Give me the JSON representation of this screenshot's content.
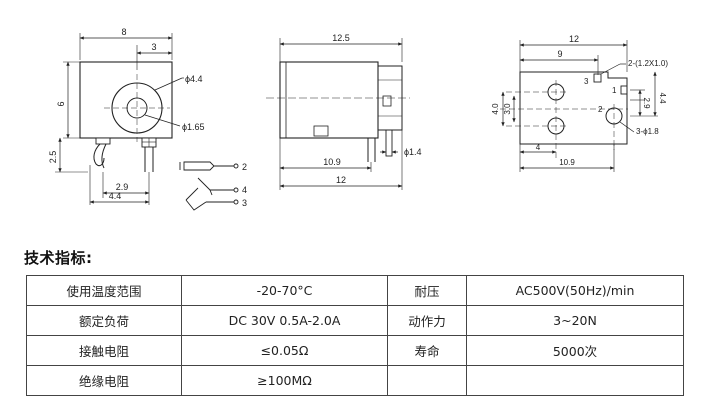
{
  "drawing_front": {
    "dim_width": "8",
    "dim_offset": "3",
    "dim_height": "6",
    "dim_pin_height": "2.5",
    "dim_hole_outer": "ϕ4.4",
    "dim_hole_inner": "ϕ1.65",
    "dim_pin_pitch": "2.9",
    "dim_pin_span": "4.4"
  },
  "schematic": {
    "pin2": "2",
    "pin4": "4",
    "pin3": "3"
  },
  "drawing_side": {
    "dim_length": "12.5",
    "dim_pin_pos": "10.9",
    "dim_pin_width": "ϕ1.4",
    "dim_body": "12"
  },
  "drawing_footprint": {
    "dim_total": "12",
    "dim_top": "9",
    "slot_label": "2-(1.2X1.0)",
    "hole_label": "3-ϕ1.8",
    "dim_row": "3.0",
    "dim_height": "4.0",
    "dim_right_small": "2.9",
    "dim_right_large": "4.4",
    "dim_bottom_small": "4",
    "dim_bottom": "10.9",
    "pin3": "3",
    "pin2": "2",
    "pin1": "1"
  },
  "specs": {
    "heading": "技术指标:",
    "rows": [
      {
        "label1": "使用温度范围",
        "value1": "-20-70°C",
        "label2": "耐压",
        "value2": "AC500V(50Hz)/min"
      },
      {
        "label1": "额定负荷",
        "value1": "DC 30V 0.5A-2.0A",
        "label2": "动作力",
        "value2": "3~20N"
      },
      {
        "label1": "接触电阻",
        "value1": "≤0.05Ω",
        "label2": "寿命",
        "value2": "5000次"
      },
      {
        "label1": "绝缘电阻",
        "value1": "≥100MΩ",
        "label2": "",
        "value2": ""
      }
    ]
  }
}
